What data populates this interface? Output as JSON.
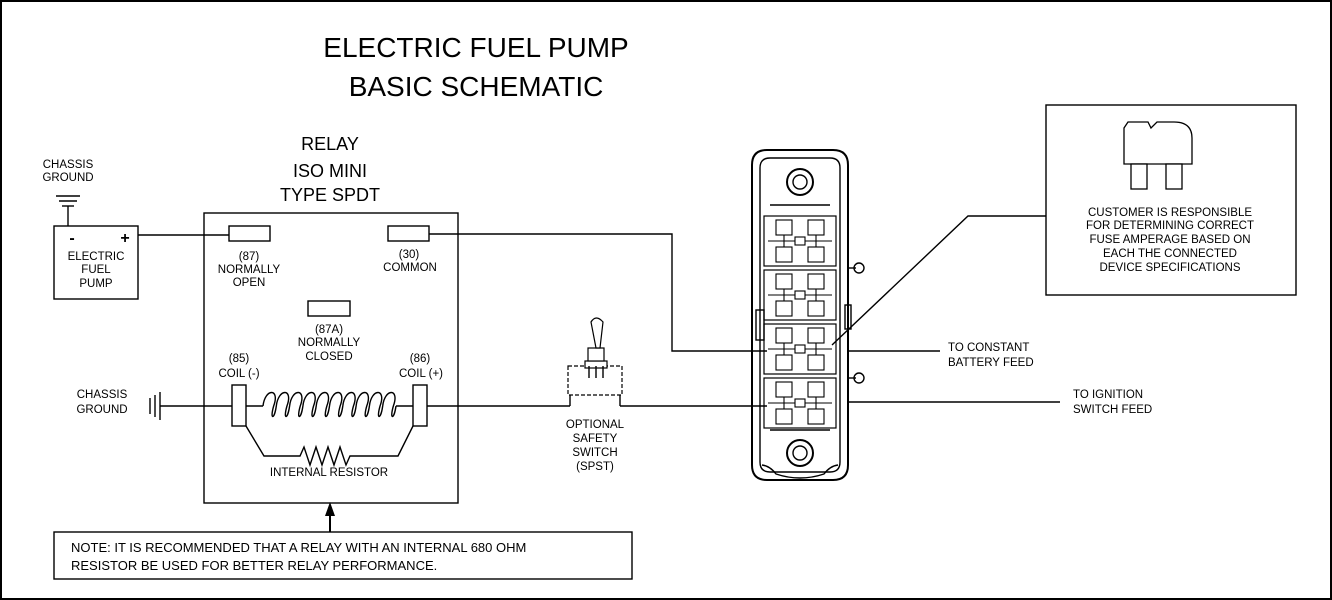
{
  "title": {
    "line1": "ELECTRIC FUEL PUMP",
    "line2": "BASIC SCHEMATIC"
  },
  "relay": {
    "line1": "RELAY",
    "line2": "ISO MINI",
    "line3": "TYPE SPDT",
    "pin87": {
      "num": "(87)",
      "l1": "NORMALLY",
      "l2": "OPEN"
    },
    "pin30": {
      "num": "(30)",
      "l1": "COMMON"
    },
    "pin87a": {
      "num": "(87A)",
      "l1": "NORMALLY",
      "l2": "CLOSED"
    },
    "pin85": {
      "num": "(85)",
      "l1": "COIL (-)"
    },
    "pin86": {
      "num": "(86)",
      "l1": "COIL (+)"
    },
    "internal_resistor": "INTERNAL RESISTOR"
  },
  "chassis_ground_top": {
    "l1": "CHASSIS",
    "l2": "GROUND"
  },
  "chassis_ground_left": {
    "l1": "CHASSIS",
    "l2": "GROUND"
  },
  "pump": {
    "minus": "-",
    "plus": "+",
    "l1": "ELECTRIC",
    "l2": "FUEL",
    "l3": "PUMP"
  },
  "switch": {
    "l1": "OPTIONAL",
    "l2": "SAFETY",
    "l3": "SWITCH",
    "l4": "(SPST)"
  },
  "feeds": {
    "battery": {
      "l1": "TO CONSTANT",
      "l2": "BATTERY FEED"
    },
    "ignition": {
      "l1": "TO IGNITION",
      "l2": "SWITCH  FEED"
    }
  },
  "fuse_note": {
    "l1": "CUSTOMER IS RESPONSIBLE",
    "l2": "FOR DETERMINING CORRECT",
    "l3": "FUSE AMPERAGE BASED ON",
    "l4": "EACH THE CONNECTED",
    "l5": "DEVICE SPECIFICATIONS"
  },
  "note": {
    "l1": "NOTE: IT IS RECOMMENDED THAT A RELAY WITH AN INTERNAL 680 OHM",
    "l2": "RESISTOR BE USED FOR BETTER RELAY PERFORMANCE."
  }
}
